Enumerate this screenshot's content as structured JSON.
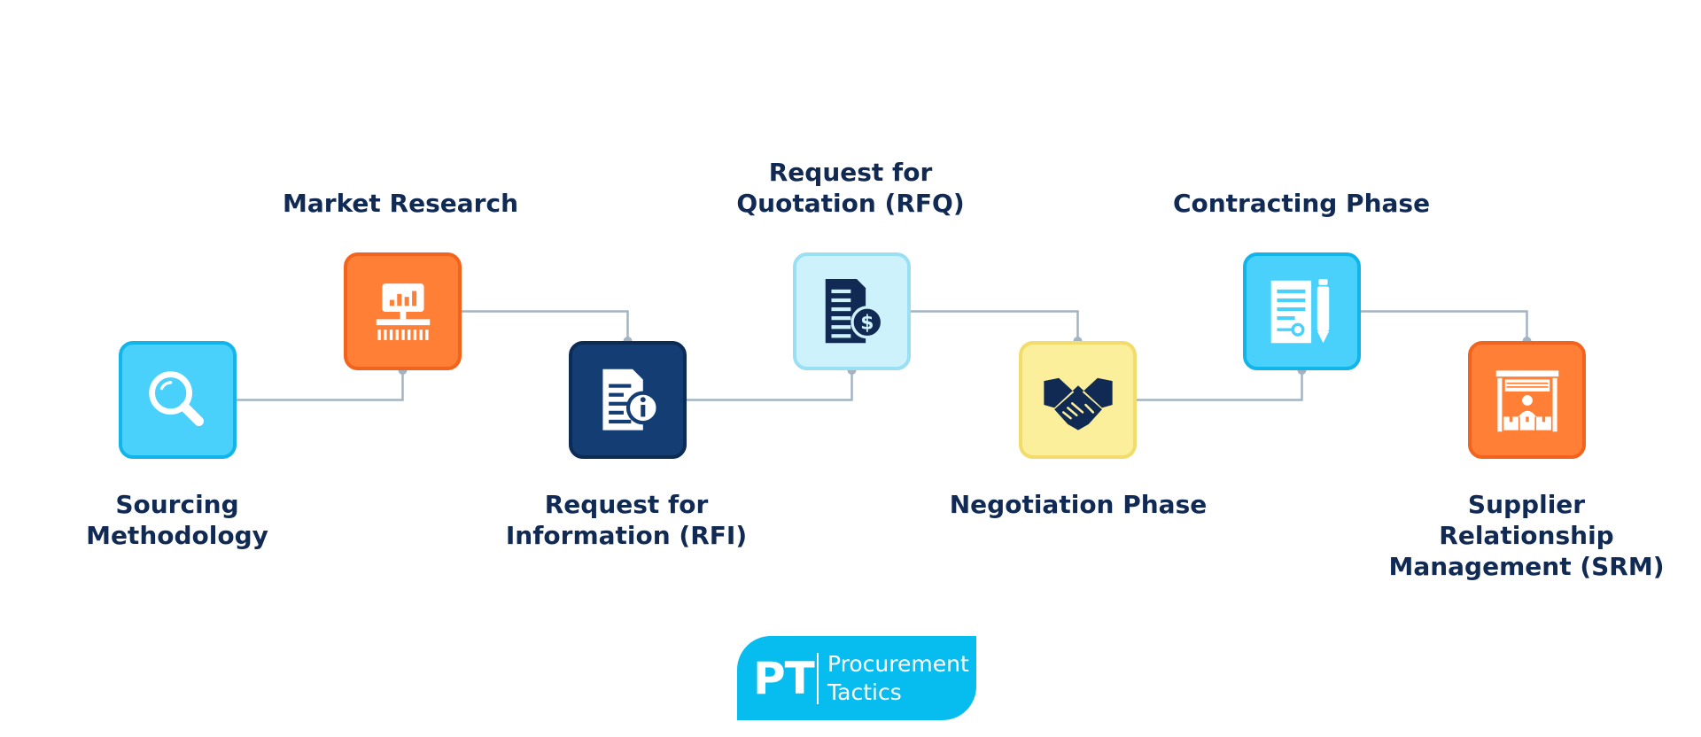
{
  "steps": [
    {
      "id": "sourcing",
      "label_lines": [
        "Sourcing",
        "Methodology"
      ],
      "icon": "magnifier-icon",
      "fill": "#4ad1fb",
      "stroke": "#12b5e9",
      "glyph": "#ffffff"
    },
    {
      "id": "market",
      "label_lines": [
        "Market Research"
      ],
      "icon": "market-stall-chart-icon",
      "fill": "#ff7f36",
      "stroke": "#f2641d",
      "glyph": "#ffffff"
    },
    {
      "id": "rfi",
      "label_lines": [
        "Request for",
        "Information (RFI)"
      ],
      "icon": "document-info-icon",
      "fill": "#143e73",
      "stroke": "#0c2b55",
      "glyph": "#ffffff"
    },
    {
      "id": "rfq",
      "label_lines": [
        "Request for",
        "Quotation (RFQ)"
      ],
      "icon": "document-dollar-icon",
      "fill": "#cdf2fb",
      "stroke": "#9adff3",
      "glyph": "#112a53"
    },
    {
      "id": "negotiation",
      "label_lines": [
        "Negotiation Phase"
      ],
      "icon": "handshake-icon",
      "fill": "#fcef9b",
      "stroke": "#f2dc6b",
      "glyph": "#112a53"
    },
    {
      "id": "contracting",
      "label_lines": [
        "Contracting Phase"
      ],
      "icon": "contract-pen-icon",
      "fill": "#4ad1fb",
      "stroke": "#12b5e9",
      "glyph": "#ffffff"
    },
    {
      "id": "srm",
      "label_lines": [
        "Supplier",
        "Relationship",
        "Management (SRM)"
      ],
      "icon": "supplier-warehouse-icon",
      "fill": "#ff7f36",
      "stroke": "#f2641d",
      "glyph": "#ffffff"
    }
  ],
  "connector_color": "#a4b3c2",
  "logo": {
    "mark": "PT",
    "line1": "Procurement",
    "line2": "Tactics",
    "color": "#07bdf0"
  }
}
